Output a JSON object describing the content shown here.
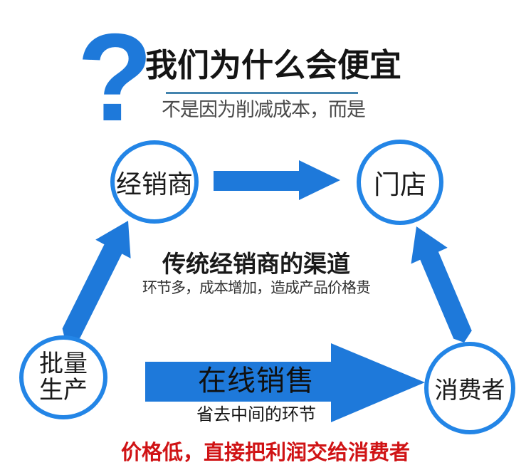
{
  "colors": {
    "arrow_blue": "#1E79DA",
    "circle_blue": "#2385E6",
    "underline_blue": "#4484AE",
    "highlight_red": "#D01315",
    "text_black": "#141414",
    "text_gray": "#4a4a4a"
  },
  "header": {
    "question_mark": "?",
    "title": "我们为什么会便宜",
    "subtitle": "不是因为削减成本，而是"
  },
  "diagram": {
    "nodes": {
      "distributor": {
        "label": "经销商"
      },
      "store": {
        "label": "门店"
      },
      "production": {
        "label": "批量\n生产"
      },
      "consumer": {
        "label": "消费者"
      }
    },
    "traditional": {
      "title": "传统经销商的渠道",
      "subtitle": "环节多，成本增加，造成产品价格贵"
    },
    "online": {
      "arrow_label": "在线销售",
      "arrow_sublabel": "省去中间的环节"
    }
  },
  "footer": {
    "highlight": "价格低，直接把利润交给消费者"
  }
}
